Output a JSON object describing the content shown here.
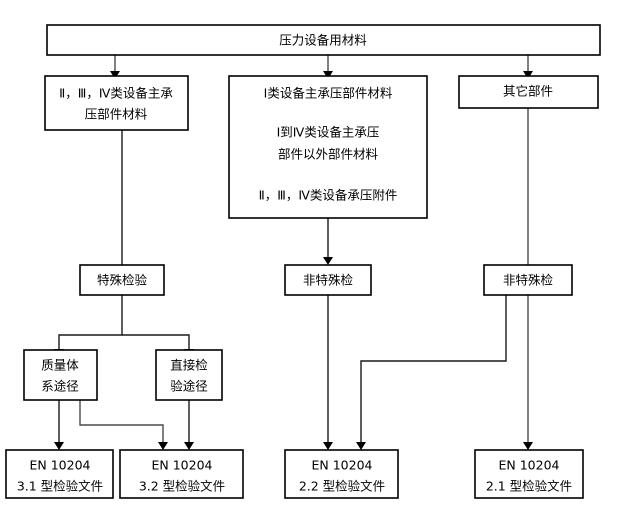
{
  "diagram": {
    "title": "压力设备用材料",
    "type": "flowchart",
    "orientation": "top-down",
    "nodes": {
      "root": {
        "label": "压力设备用材料",
        "lines": [
          "压力设备用材料"
        ]
      },
      "cat_left": {
        "label": "Ⅱ，Ⅲ，Ⅳ类设备主承压部件材料",
        "lines": [
          "Ⅱ，Ⅲ，Ⅳ类设备主承",
          "压部件材料"
        ]
      },
      "cat_mid": {
        "label": "Ⅰ类设备主承压部件材料",
        "lines": [
          "Ⅰ类设备主承压部件材料",
          "",
          "Ⅰ到Ⅳ类设备主承压",
          "部件以外部件材料",
          "",
          "Ⅱ，Ⅲ，Ⅳ类设备承压附件"
        ]
      },
      "cat_right": {
        "label": "其它部件",
        "lines": [
          "其它部件"
        ]
      },
      "special_insp": {
        "label": "特殊检验",
        "lines": [
          "特殊检验"
        ]
      },
      "nonspecial_mid": {
        "label": "非特殊检",
        "lines": [
          "非特殊检"
        ]
      },
      "nonspecial_right": {
        "label": "非特殊检",
        "lines": [
          "非特殊检"
        ]
      },
      "quality_system": {
        "label": "质量体系途径",
        "lines": [
          "质量体",
          "系途径"
        ]
      },
      "direct_insp": {
        "label": "直接检验途径",
        "lines": [
          "直接检",
          "验途径"
        ]
      },
      "doc_31": {
        "label": "EN 10204 3.1型检验文件",
        "lines": [
          "EN 10204",
          "3.1 型检验文件"
        ]
      },
      "doc_32": {
        "label": "EN 10204 3.2型检验文件",
        "lines": [
          "EN 10204",
          "3.2 型检验文件"
        ]
      },
      "doc_22": {
        "label": "EN 10204 2.2型检验文件",
        "lines": [
          "EN 10204",
          "2.2 型检验文件"
        ]
      },
      "doc_21": {
        "label": "EN 10204 2.1型检验文件",
        "lines": [
          "EN 10204",
          "2.1 型检验文件"
        ]
      }
    },
    "colors": {
      "background": "#ffffff",
      "stroke": "#000000",
      "connector": "#4a4a4a",
      "text": "#000000"
    }
  }
}
